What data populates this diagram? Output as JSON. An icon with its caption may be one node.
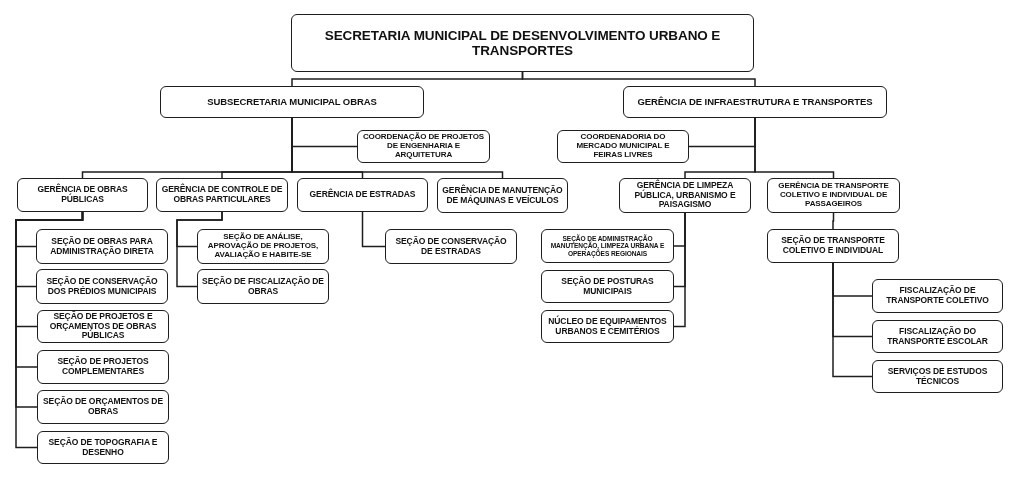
{
  "diagram": {
    "nodes": [
      {
        "text": [
          "SECRETARIA MUNICIPAL DE DESENVOLVIMENTO URBANO E TRANSPORTES"
        ]
      },
      {
        "text": [
          "SUBSECRETARIA MUNICIPAL OBRAS"
        ]
      },
      {
        "text": [
          "GERÊNCIA DE INFRAESTRUTURA E TRANSPORTES"
        ]
      },
      {
        "text": [
          "COORDENAÇÃO DE PROJETOS DE ENGENHARIA E ARQUITETURA"
        ]
      },
      {
        "text": [
          "COORDENADORIA DO MERCADO MUNICIPAL E FEIRAS LIVRES"
        ]
      },
      {
        "text": [
          "GERÊNCIA DE OBRAS PÚBLICAS"
        ]
      },
      {
        "text": [
          "GERÊNCIA DE CONTROLE DE OBRAS PARTICULARES"
        ]
      },
      {
        "text": [
          "GERÊNCIA DE ESTRADAS"
        ]
      },
      {
        "text": [
          "GERÊNCIA DE MANUTENÇÃO DE MÁQUINAS E VEÍCULOS"
        ]
      },
      {
        "text": [
          "GERÊNCIA DE LIMPEZA PÚBLICA, URBANISMO E PAISAGISMO"
        ]
      },
      {
        "text": [
          "GERÊNCIA DE TRANSPORTE COLETIVO E INDIVIDUAL DE PASSAGEIROS"
        ]
      },
      {
        "text": [
          "SEÇÃO DE OBRAS PARA ADMINISTRAÇÃO DIRETA"
        ]
      },
      {
        "text": [
          "SEÇÃO DE CONSERVAÇÃO DOS PRÉDIOS MUNICIPAIS"
        ]
      },
      {
        "text": [
          "SEÇÃO DE PROJETOS E ORÇAMENTOS DE OBRAS PÚBLICAS"
        ]
      },
      {
        "text": [
          "SEÇÃO DE PROJETOS COMPLEMENTARES"
        ]
      },
      {
        "text": [
          "SEÇÃO DE ORÇAMENTOS DE OBRAS"
        ]
      },
      {
        "text": [
          "SEÇÃO DE TOPOGRAFIA E DESENHO"
        ]
      },
      {
        "text": [
          "SEÇÃO DE ANÁLISE, APROVAÇÃO DE PROJETOS, AVALIAÇÃO E HABITE-SE"
        ]
      },
      {
        "text": [
          "SEÇÃO DE FISCALIZAÇÃO DE OBRAS"
        ]
      },
      {
        "text": [
          "SEÇÃO DE CONSERVAÇÃO DE ESTRADAS"
        ]
      },
      {
        "text": [
          "SEÇÃO DE ADMINISTRAÇÃO MANUTENÇÃO, LIMPEZA URBANA E OPERAÇÕES REGIONAIS"
        ]
      },
      {
        "text": [
          "SEÇÃO DE POSTURAS MUNICIPAIS"
        ]
      },
      {
        "text": [
          "NÚCLEO DE EQUIPAMENTOS URBANOS E CEMITÉRIOS"
        ]
      },
      {
        "text": [
          "SEÇÃO DE TRANSPORTE COLETIVO E INDIVIDUAL"
        ]
      },
      {
        "text": [
          "FISCALIZAÇÃO DE TRANSPORTE COLETIVO"
        ]
      },
      {
        "text": [
          "FISCALIZAÇÃO DO TRANSPORTE ESCOLAR"
        ]
      },
      {
        "text": [
          "SERVIÇOS DE ESTUDOS TÉCNICOS"
        ]
      }
    ],
    "edges": [
      {
        "from": 0,
        "to": 1,
        "arrow": "none"
      },
      {
        "from": 0,
        "to": 2,
        "arrow": "none"
      },
      {
        "from": 1,
        "to": 3,
        "arrow": "none"
      },
      {
        "from": 1,
        "to": 5,
        "arrow": "none"
      },
      {
        "from": 1,
        "to": 6,
        "arrow": "none"
      },
      {
        "from": 1,
        "to": 7,
        "arrow": "none"
      },
      {
        "from": 1,
        "to": 8,
        "arrow": "none"
      },
      {
        "from": 2,
        "to": 4,
        "arrow": "none"
      },
      {
        "from": 2,
        "to": 9,
        "arrow": "none"
      },
      {
        "from": 2,
        "to": 10,
        "arrow": "none"
      },
      {
        "from": 5,
        "to": 11,
        "arrow": "none"
      },
      {
        "from": 5,
        "to": 12,
        "arrow": "none"
      },
      {
        "from": 5,
        "to": 13,
        "arrow": "none"
      },
      {
        "from": 5,
        "to": 14,
        "arrow": "none"
      },
      {
        "from": 5,
        "to": 15,
        "arrow": "none"
      },
      {
        "from": 5,
        "to": 16,
        "arrow": "none"
      },
      {
        "from": 6,
        "to": 17,
        "arrow": "none"
      },
      {
        "from": 6,
        "to": 18,
        "arrow": "none"
      },
      {
        "from": 7,
        "to": 19,
        "arrow": "none"
      },
      {
        "from": 9,
        "to": 20,
        "arrow": "none"
      },
      {
        "from": 9,
        "to": 21,
        "arrow": "none"
      },
      {
        "from": 9,
        "to": 22,
        "arrow": "none"
      },
      {
        "from": 10,
        "to": 23,
        "arrow": "none"
      },
      {
        "from": 23,
        "to": 24,
        "arrow": "none"
      },
      {
        "from": 23,
        "to": 25,
        "arrow": "none"
      },
      {
        "from": 23,
        "to": 26,
        "arrow": "none"
      }
    ]
  }
}
